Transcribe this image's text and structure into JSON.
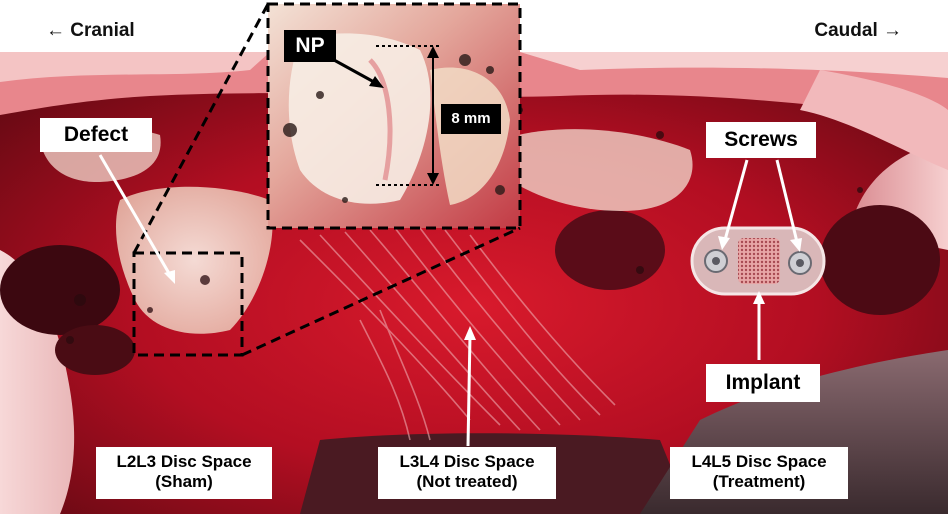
{
  "header": {
    "left": "← Cranial",
    "right": "Caudal →"
  },
  "labels": {
    "defect": "Defect",
    "screws": "Screws",
    "implant": "Implant",
    "np": "NP",
    "measure": "8 mm",
    "l2l3_line1": "L2L3 Disc Space",
    "l2l3_line2": "(Sham)",
    "l3l4_line1": "L3L4 Disc Space",
    "l3l4_line2": "(Not treated)",
    "l4l5_line1": "L4L5 Disc Space",
    "l4l5_line2": "(Treatment)"
  },
  "colors": {
    "tissue_red": "#c8102e",
    "tissue_dark": "#5a0a14",
    "bone_white": "#f2e6dc",
    "label_bg": "#ffffff",
    "label_dark": "#000000"
  }
}
